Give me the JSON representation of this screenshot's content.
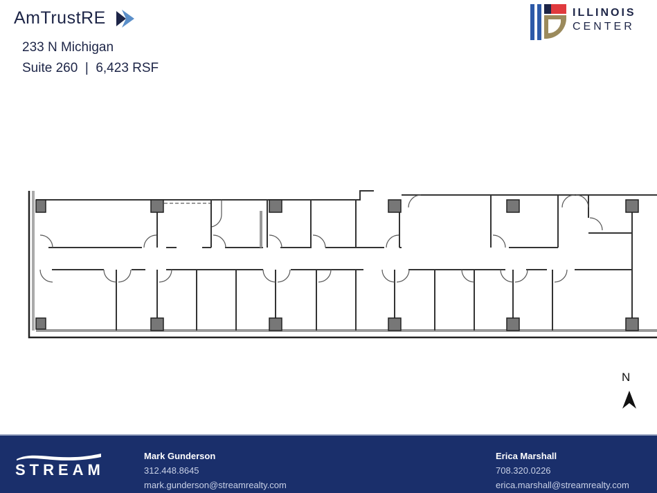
{
  "header": {
    "brand": "AmTrustRE",
    "address_line1": "233 N Michigan",
    "address_line2": "Suite 260  |  6,423 RSF",
    "building_logo_line1": "ILLINOIS",
    "building_logo_line2": "CENTER"
  },
  "compass": {
    "label": "N",
    "icon": "north-arrow-icon"
  },
  "footer": {
    "company": "STREAM",
    "background_color": "#1a2f6b",
    "contacts": [
      {
        "name": "Mark Gunderson",
        "phone": "312.448.8645",
        "email": "mark.gunderson@streamrealty.com"
      },
      {
        "name": "Erica Marshall",
        "phone": "708.320.0226",
        "email": "erica.marshall@streamrealty.com"
      }
    ]
  }
}
